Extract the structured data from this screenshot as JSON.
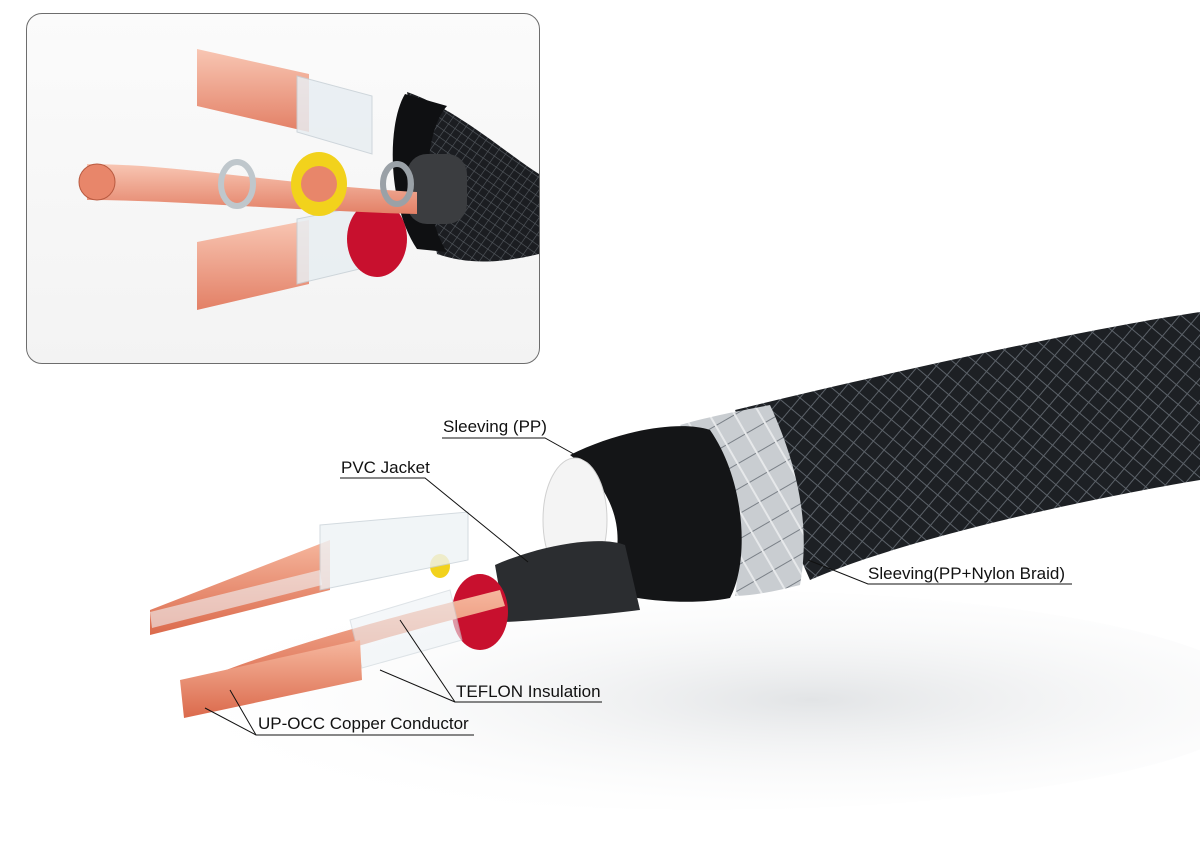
{
  "callouts": {
    "sleeving_pp": "Sleeving (PP)",
    "pvc_jacket": "PVC Jacket",
    "sleeving_braid": "Sleeving(PP+Nylon Braid)",
    "teflon": "TEFLON Insulation",
    "conductor": "UP-OCC Copper Conductor"
  },
  "colors": {
    "copper": "#e8866a",
    "red_insulation": "#c8102e",
    "yellow_insulation": "#f2d21c",
    "braid_dark": "#1f2226",
    "braid_silver": "#c9cdd1",
    "leader_line": "#111111",
    "inset_border": "#6d6d6d"
  }
}
